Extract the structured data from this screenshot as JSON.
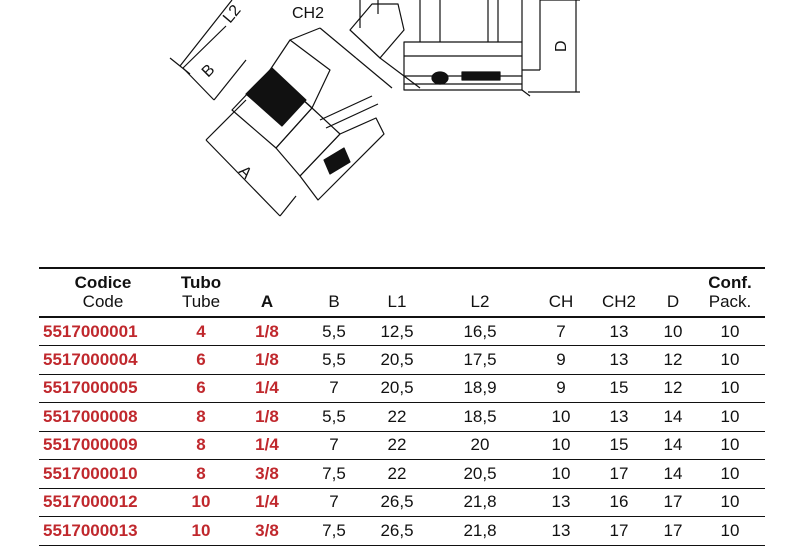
{
  "drawing": {
    "labels": {
      "l2": "L2",
      "ch2": "CH2",
      "b": "B",
      "a": "A",
      "d": "D"
    }
  },
  "table": {
    "headers": [
      {
        "top": "Codice",
        "bottom": "Code",
        "bold_top": true
      },
      {
        "top": "Tubo",
        "bottom": "Tube",
        "bold_top": true
      },
      {
        "top": "A",
        "bottom": "",
        "bold_top": true
      },
      {
        "top": "B",
        "bottom": "",
        "bold_top": false
      },
      {
        "top": "L1",
        "bottom": "",
        "bold_top": false
      },
      {
        "top": "L2",
        "bottom": "",
        "bold_top": false
      },
      {
        "top": "CH",
        "bottom": "",
        "bold_top": false
      },
      {
        "top": "CH2",
        "bottom": "",
        "bold_top": false
      },
      {
        "top": "D",
        "bottom": "",
        "bold_top": false
      },
      {
        "top": "Conf.",
        "bottom": "Pack.",
        "bold_top": true
      }
    ],
    "rows": [
      [
        "5517000001",
        "4",
        "1/8",
        "5,5",
        "12,5",
        "16,5",
        "7",
        "13",
        "10",
        "10"
      ],
      [
        "5517000004",
        "6",
        "1/8",
        "5,5",
        "20,5",
        "17,5",
        "9",
        "13",
        "12",
        "10"
      ],
      [
        "5517000005",
        "6",
        "1/4",
        "7",
        "20,5",
        "18,9",
        "9",
        "15",
        "12",
        "10"
      ],
      [
        "5517000008",
        "8",
        "1/8",
        "5,5",
        "22",
        "18,5",
        "10",
        "13",
        "14",
        "10"
      ],
      [
        "5517000009",
        "8",
        "1/4",
        "7",
        "22",
        "20",
        "10",
        "15",
        "14",
        "10"
      ],
      [
        "5517000010",
        "8",
        "3/8",
        "7,5",
        "22",
        "20,5",
        "10",
        "17",
        "14",
        "10"
      ],
      [
        "5517000012",
        "10",
        "1/4",
        "7",
        "26,5",
        "21,8",
        "13",
        "16",
        "17",
        "10"
      ],
      [
        "5517000013",
        "10",
        "3/8",
        "7,5",
        "26,5",
        "21,8",
        "13",
        "17",
        "17",
        "10"
      ]
    ],
    "colors": {
      "code": "#c0282d",
      "rule": "#111111"
    }
  }
}
